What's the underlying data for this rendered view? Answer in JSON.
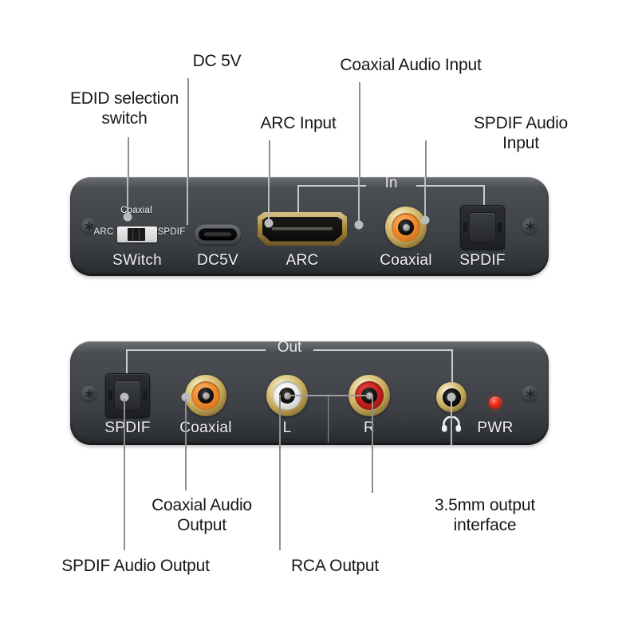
{
  "diagram": {
    "title": "Audio converter front and rear panel callout diagram",
    "colors": {
      "panel_dark": "#3c3f44",
      "leader_line": "#8e8e8e",
      "silkscreen": "#f2f2f2",
      "coaxial_orange": "#f08a2a",
      "rca_left_white": "#ededed",
      "rca_right_red": "#c6211c",
      "gold_trim": "#c9ab5c",
      "pwr_led_red": "#f02a18"
    }
  },
  "top_panel": {
    "group_label": "In",
    "switch": {
      "top_label": "Coaxial",
      "left_label": "ARC",
      "right_label": "SPDIF",
      "caption": "SWitch"
    },
    "ports": [
      {
        "caption": "DC5V",
        "icon": "usb-c-port-icon"
      },
      {
        "caption": "ARC",
        "icon": "hdmi-port-icon"
      },
      {
        "caption": "Coaxial",
        "icon": "rca-coaxial-jack-icon"
      },
      {
        "caption": "SPDIF",
        "icon": "toslink-optical-port-icon"
      }
    ]
  },
  "bottom_panel": {
    "group_label": "Out",
    "ports": [
      {
        "caption": "SPDIF",
        "icon": "toslink-optical-port-icon"
      },
      {
        "caption": "Coaxial",
        "icon": "rca-coaxial-jack-icon"
      },
      {
        "caption": "L",
        "icon": "rca-left-jack-icon"
      },
      {
        "caption": "R",
        "icon": "rca-right-jack-icon"
      },
      {
        "caption": "",
        "icon": "headphone-icon"
      },
      {
        "caption": "PWR",
        "icon": "power-led-icon"
      }
    ]
  },
  "callouts_top": [
    {
      "id": "edid",
      "text": "EDID selection\nswitch"
    },
    {
      "id": "dc5v",
      "text": "DC 5V"
    },
    {
      "id": "arc",
      "text": "ARC Input"
    },
    {
      "id": "coaxial",
      "text": "Coaxial Audio Input"
    },
    {
      "id": "spdif",
      "text": "SPDIF Audio Input"
    }
  ],
  "callouts_bottom": [
    {
      "id": "spdif_out",
      "text": "SPDIF Audio Output"
    },
    {
      "id": "coaxial_out",
      "text": "Coaxial Audio\nOutput"
    },
    {
      "id": "rca_out",
      "text": "RCA Output"
    },
    {
      "id": "jack35",
      "text": "3.5mm output interface"
    }
  ]
}
